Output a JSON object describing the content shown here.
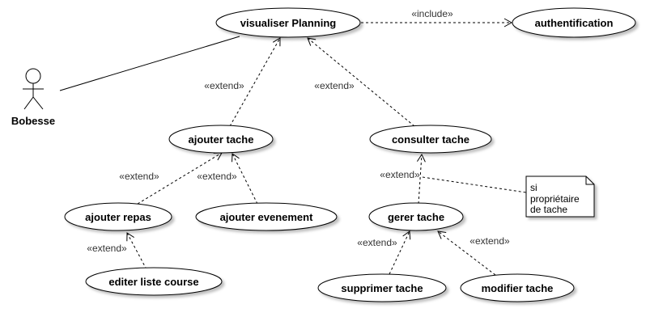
{
  "actor": {
    "name": "Bobesse"
  },
  "use_cases": {
    "visualiser_planning": "visualiser Planning",
    "authentification": "authentification",
    "ajouter_tache": "ajouter tache",
    "consulter_tache": "consulter tache",
    "ajouter_repas": "ajouter repas",
    "ajouter_evenement": "ajouter evenement",
    "gerer_tache": "gerer tache",
    "editer_liste_course": "editer liste course",
    "supprimer_tache": "supprimer tache",
    "modifier_tache": "modifier tache"
  },
  "relations": {
    "include": "«include»",
    "extend": "«extend»"
  },
  "note": {
    "line1": "si",
    "line2": "propriétaire",
    "line3": "de tache"
  }
}
